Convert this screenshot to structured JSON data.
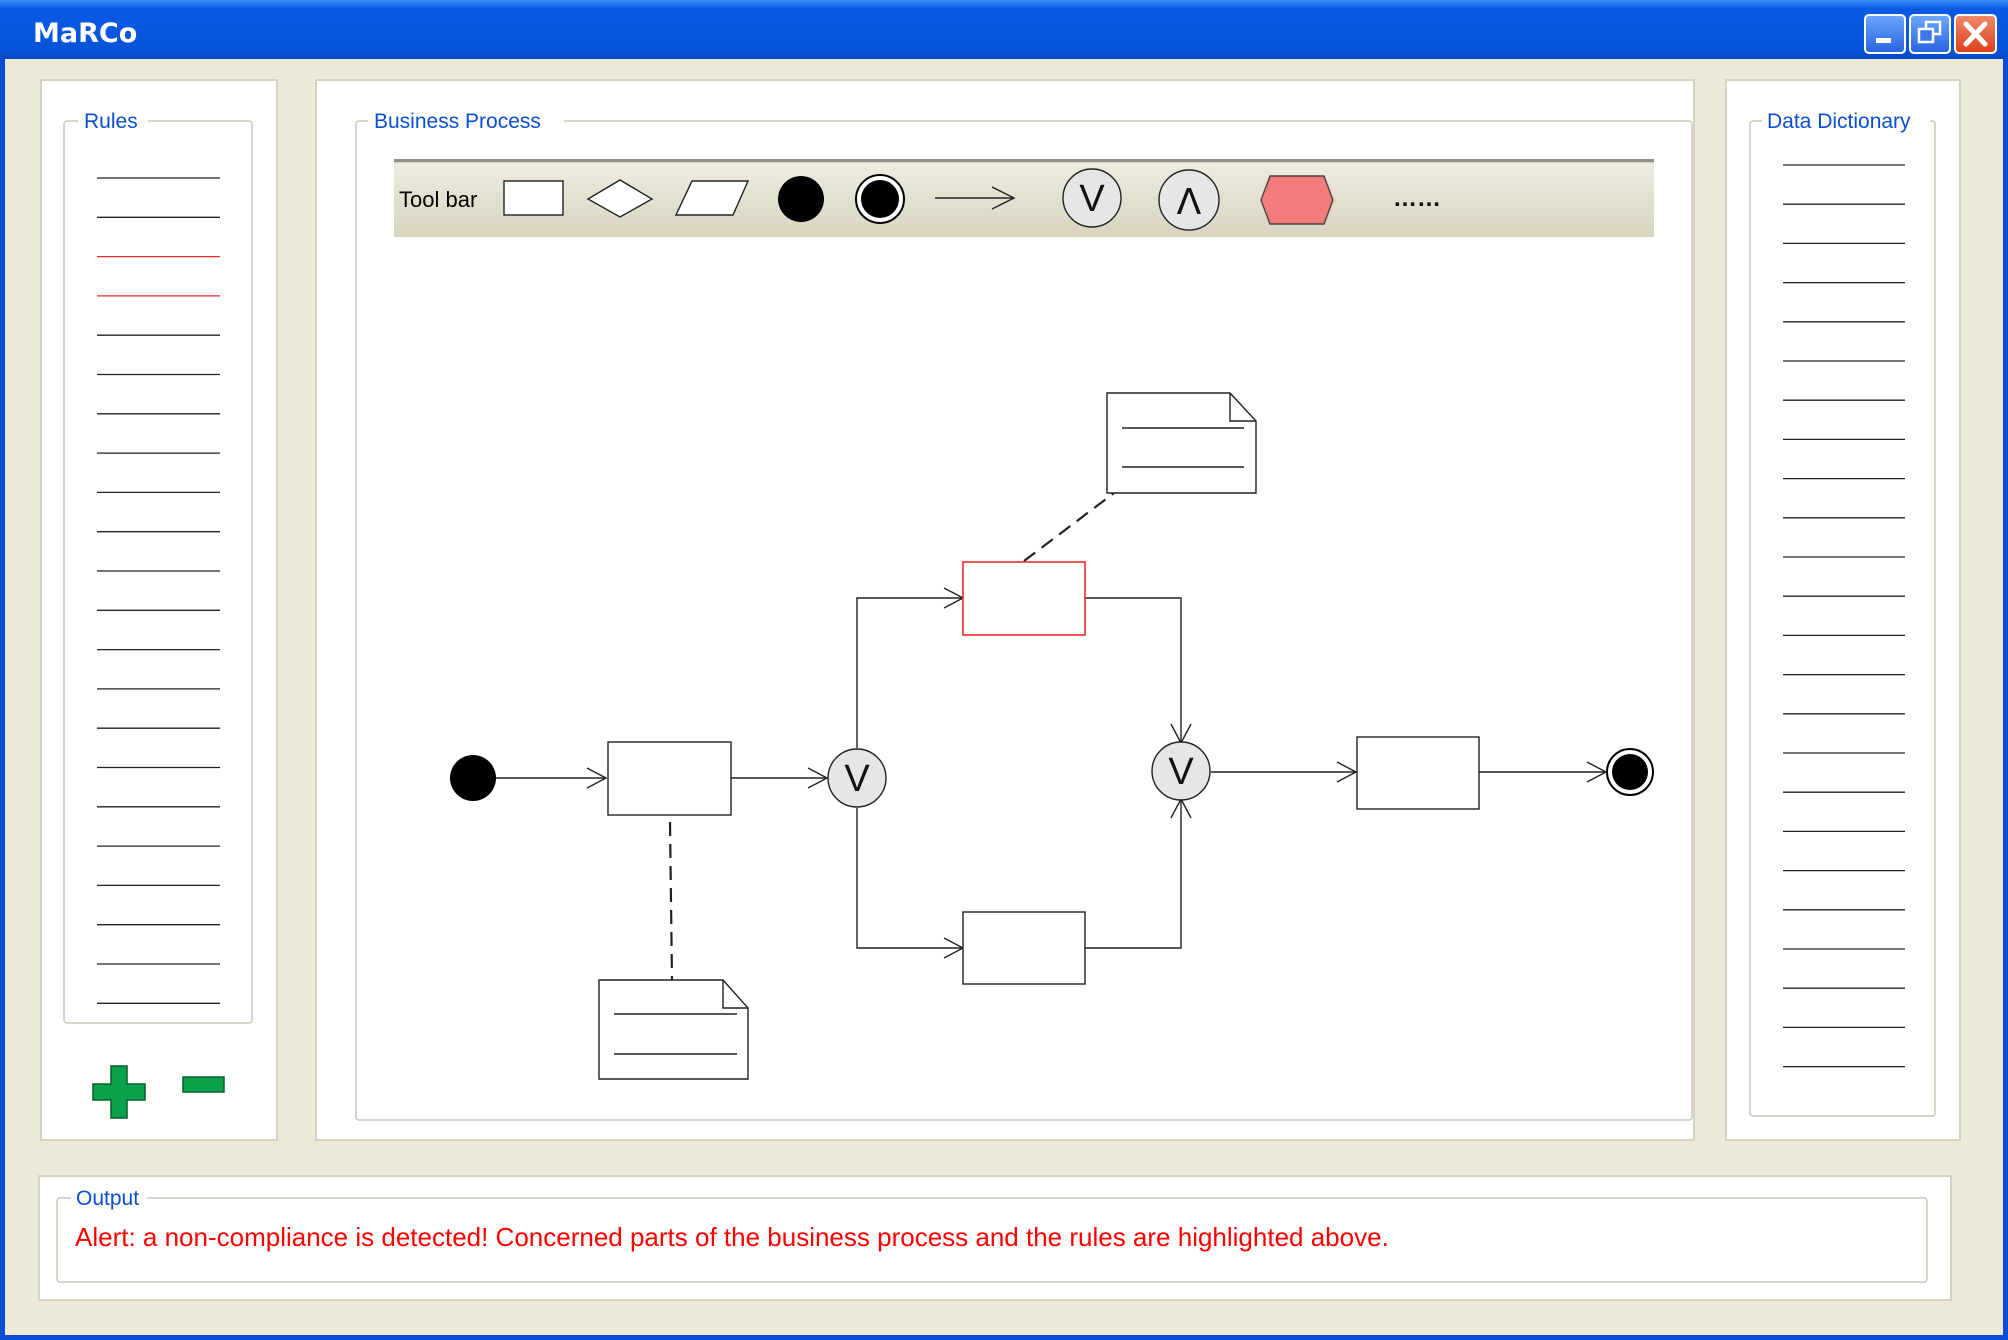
{
  "window": {
    "title": "MaRCo",
    "minimize_label": "Minimize",
    "restore_label": "Restore",
    "close_label": "Close"
  },
  "rules": {
    "legend": "Rules",
    "line_count": 22,
    "highlighted_rule_indices": [
      2,
      3
    ],
    "add_label": "Add rule",
    "remove_label": "Remove rule"
  },
  "business_process": {
    "legend": "Business Process",
    "toolbar": {
      "label": "Tool bar",
      "or_gateway_symbol": "V",
      "and_gateway_symbol": "Λ",
      "more_label": "……"
    },
    "diagram": {
      "gateway_split_symbol": "V",
      "gateway_join_symbol": "V"
    }
  },
  "data_dictionary": {
    "legend": "Data Dictionary",
    "line_count": 24
  },
  "output": {
    "legend": "Output",
    "message": "Alert: a non-compliance is detected! Concerned parts of the business process and the rules are highlighted above."
  },
  "colors": {
    "title_bar": "#0a5ae6",
    "window_bg": "#ece9d8",
    "legend_text": "#0b4fd0",
    "alert_red": "#ff0000",
    "highlight_red": "#ee2a2a",
    "event_fill": "#000000",
    "gateway_fill": "#e6e6e6",
    "hexagon_fill": "#f47c7c",
    "add_remove_green": "#0aa14a"
  },
  "icons": {
    "add": "plus-icon",
    "remove": "minus-icon",
    "minimize": "minimize-icon",
    "restore": "restore-icon",
    "close": "close-icon"
  }
}
